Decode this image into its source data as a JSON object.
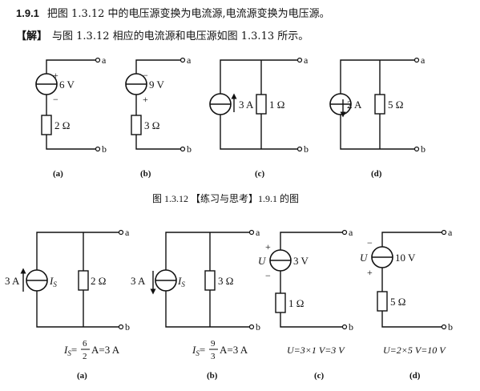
{
  "problem": {
    "number": "1.9.1",
    "text": "把图 1.3.12 中的电压源变换为电流源,电流源变换为电压源。"
  },
  "answer": {
    "tag": "【解】",
    "text": "与图 1.3.12 相应的电流源和电压源如图 1.3.13 所示。"
  },
  "fig12": {
    "caption": "图 1.3.12 【练习与思考】1.9.1 的图",
    "a": {
      "polarity_top": "+",
      "polarity_bottom": "−",
      "source": "6 V",
      "resistor": "2 Ω",
      "label": "(a)"
    },
    "b": {
      "polarity_top": "−",
      "polarity_bottom": "+",
      "source": "9 V",
      "resistor": "3 Ω",
      "label": "(b)"
    },
    "c": {
      "source": "3 A",
      "resistor": "1 Ω",
      "label": "(c)"
    },
    "d": {
      "source": "2 A",
      "resistor": "5 Ω",
      "label": "(d)"
    }
  },
  "fig13": {
    "a": {
      "source_value": "3 A",
      "source_name": "I",
      "source_sub": "S",
      "resistor": "2 Ω",
      "eq_lhs": "I",
      "eq_sub": "S",
      "eq_num": "6",
      "eq_den": "2",
      "eq_rest": "A=3 A",
      "label": "(a)"
    },
    "b": {
      "source_value": "3 A",
      "source_name": "I",
      "source_sub": "S",
      "resistor": "3 Ω",
      "eq_lhs": "I",
      "eq_sub": "S",
      "eq_num": "9",
      "eq_den": "3",
      "eq_rest": "A=3 A",
      "label": "(b)"
    },
    "c": {
      "polarity_top": "+",
      "polarity_bottom": "−",
      "source_name": "U",
      "source": "3 V",
      "resistor": "1 Ω",
      "equation": "U=3×1 V=3 V",
      "label": "(c)"
    },
    "d": {
      "polarity_top": "−",
      "polarity_bottom": "+",
      "source_name": "U",
      "source": "10 V",
      "resistor": "5 Ω",
      "equation": "U=2×5 V=10 V",
      "label": "(d)"
    }
  },
  "terminals": {
    "top": "a",
    "bottom": "b"
  }
}
